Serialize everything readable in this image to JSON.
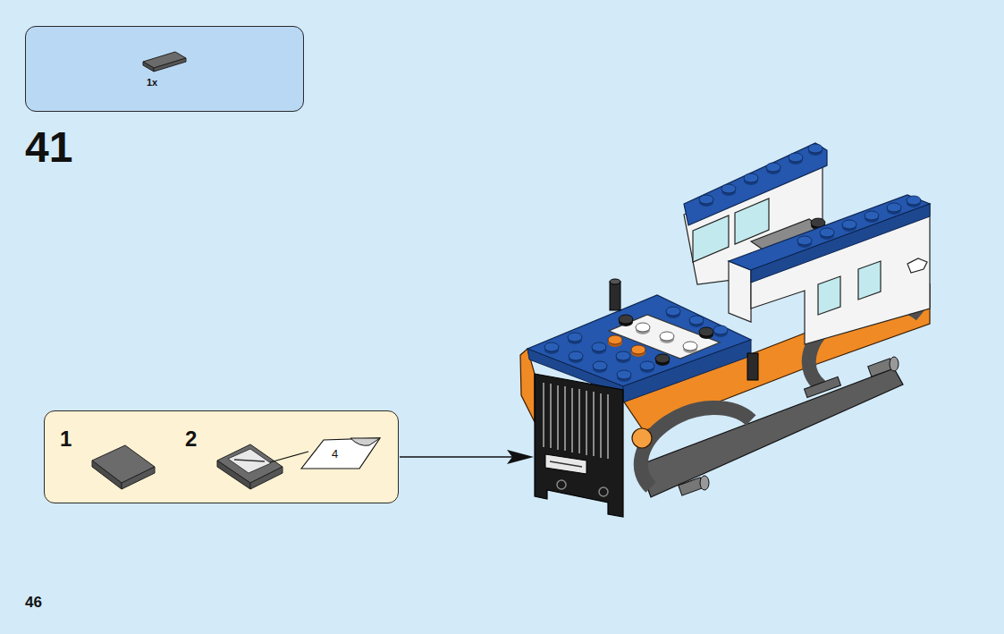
{
  "diagram": {
    "nodes": [
      {
        "text": [
          "1x"
        ]
      },
      {
        "text": [
          "1",
          "2"
        ]
      }
    ],
    "labels": [
      "41",
      "4",
      "46"
    ]
  }
}
